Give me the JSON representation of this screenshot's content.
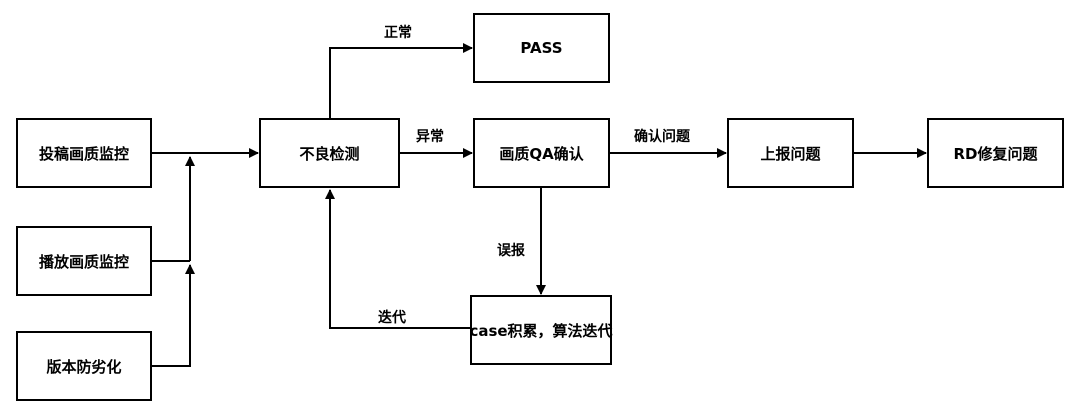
{
  "nodes": {
    "upload_monitor": "投稿画质监控",
    "playback_monitor": "播放画质监控",
    "version_guard": "版本防劣化",
    "defect_detect": "不良检测",
    "pass": "PASS",
    "qa_confirm": "画质QA确认",
    "report_issue": "上报问题",
    "rd_fix": "RD修复问题",
    "case_accumulate": "case积累，算法迭代"
  },
  "edges": {
    "normal": "正常",
    "abnormal": "异常",
    "confirm_issue": "确认问题",
    "false_alarm": "误报",
    "iterate": "迭代"
  }
}
